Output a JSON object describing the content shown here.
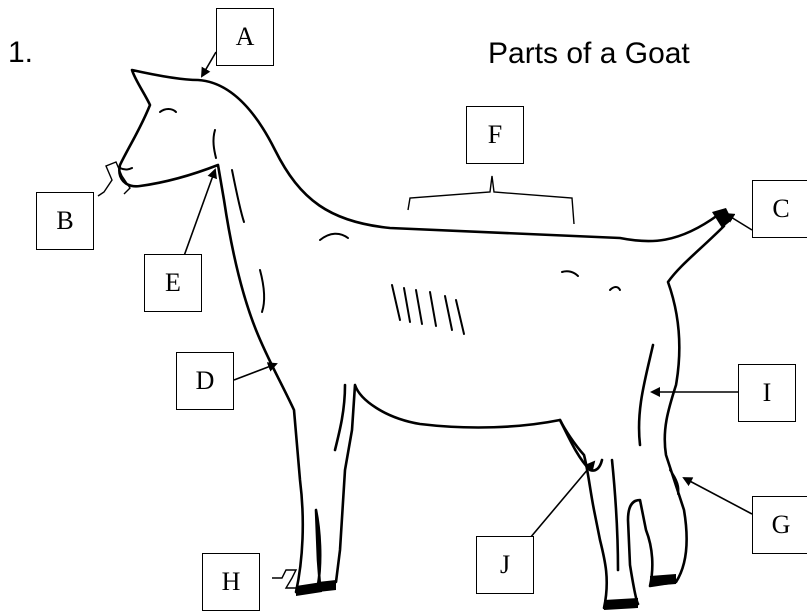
{
  "question_number": "1.",
  "title": "Parts of a Goat",
  "labels": {
    "A": "A",
    "B": "B",
    "C": "C",
    "D": "D",
    "E": "E",
    "F": "F",
    "G": "G",
    "H": "H",
    "I": "I",
    "J": "J"
  }
}
